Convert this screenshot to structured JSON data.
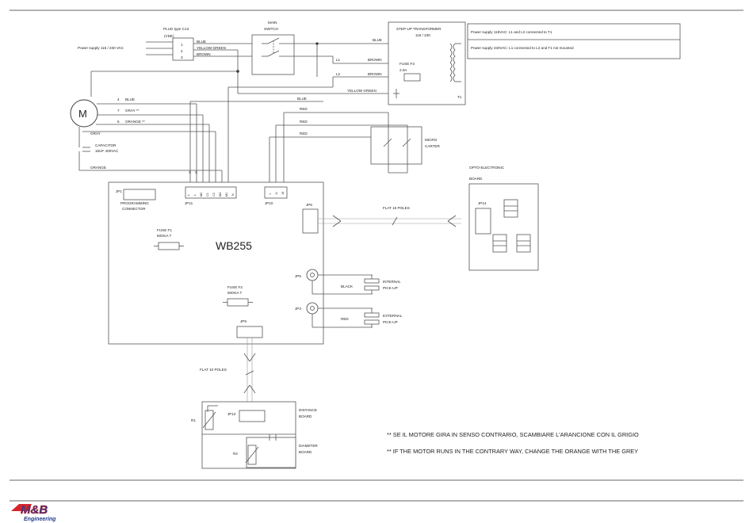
{
  "power": {
    "supply": "Power supply 115 / 230 VAC",
    "plug_label": "PLUG type C13",
    "plug_sub": "(VDE)",
    "pins": [
      "1",
      "2",
      "3"
    ],
    "wire_blue": "BLUE",
    "wire_yg": "YELLOW-GREEN",
    "wire_brown": "BROWN"
  },
  "switch": {
    "line1": "MAIN",
    "line2": "SWITCH"
  },
  "transformer": {
    "title": "STEP-UP TRANSFORMER",
    "ratio": "115 / 230",
    "blue": "BLUE",
    "l1": "L1",
    "l2": "L2",
    "brown1": "BROWN",
    "brown2": "BROWN",
    "yellow_green": "YELLOW GREEN",
    "fuse_label": "FUSE F3",
    "fuse_value": "2.0A",
    "t1": "T1",
    "note1": "Power supply 115VAC: L1 and L2 connected to T1",
    "note2": "Power supply 230VAC: L1 connected to L2 and T1 not mounted"
  },
  "motor": {
    "symbol": "M",
    "num4": "4",
    "blue": "BLUE",
    "num7": "7",
    "gray": "GRAY **",
    "num6": "6",
    "orange": "ORANGE **",
    "gray_bottom": "GRAY",
    "cap_label": "CAPACITOR",
    "cap_value": "16UF 400VAC",
    "orange_bottom": "ORANGE",
    "wire_blue2": "BLUE"
  },
  "micro": {
    "red1": "RED",
    "red2": "RED",
    "red3": "RED",
    "line1": "MICRO",
    "line2": "CARTER"
  },
  "board": {
    "title": "WB255",
    "jp1": "JP1",
    "prog1": "PROGRAMMING",
    "prog2": "CONNECTOR",
    "jp11": "JP11",
    "jp11_pins": [
      "L",
      "L",
      "M2",
      "C1",
      "C2",
      "M3",
      "M1",
      "N"
    ],
    "jp11_marks": [
      "X",
      "X"
    ],
    "jp10": "JP10",
    "jp10_pins": [
      "1",
      "11",
      "16"
    ],
    "fuse1_label": "FUSE F1",
    "fuse1_value": "500mA T",
    "fuse2_label": "FUSE F2",
    "fuse2_value": "500mA T",
    "jp6": "JP6",
    "jp5": "JP5",
    "jp3": "JP3",
    "jp9": "JP9"
  },
  "flat16": "FLAT 16 POLES",
  "opto": {
    "line1": "OPTO-ELECTRONIC",
    "line2": "BOARD",
    "jp14": "JP14"
  },
  "pickups": {
    "black": "BLACK",
    "int1": "INTERNAL",
    "int2": "PICK-UP",
    "red": "RED",
    "ext1": "EXTERNAL",
    "ext2": "PICK-UP"
  },
  "flat10": "FLAT 10 POLES",
  "lower": {
    "r1": "R1",
    "jp12": "JP12",
    "dist1": "DISTANCE",
    "dist2": "BOARD",
    "r2": "R2",
    "diam1": "DIAMETER",
    "diam2": "BOARD"
  },
  "notes": {
    "it": "** SE IL MOTORE GIRA IN SENSO CONTRARIO, SCAMBIARE L'ARANCIONE CON IL GRIGIO",
    "en": "** IF THE MOTOR RUNS IN THE CONTRARY WAY, CHANGE THE ORANGE WITH THE GREY"
  },
  "logo": {
    "text": "M&B",
    "sub": "Engineering",
    "colors": {
      "blue": "#1f3a8f",
      "red": "#d8232a"
    }
  }
}
